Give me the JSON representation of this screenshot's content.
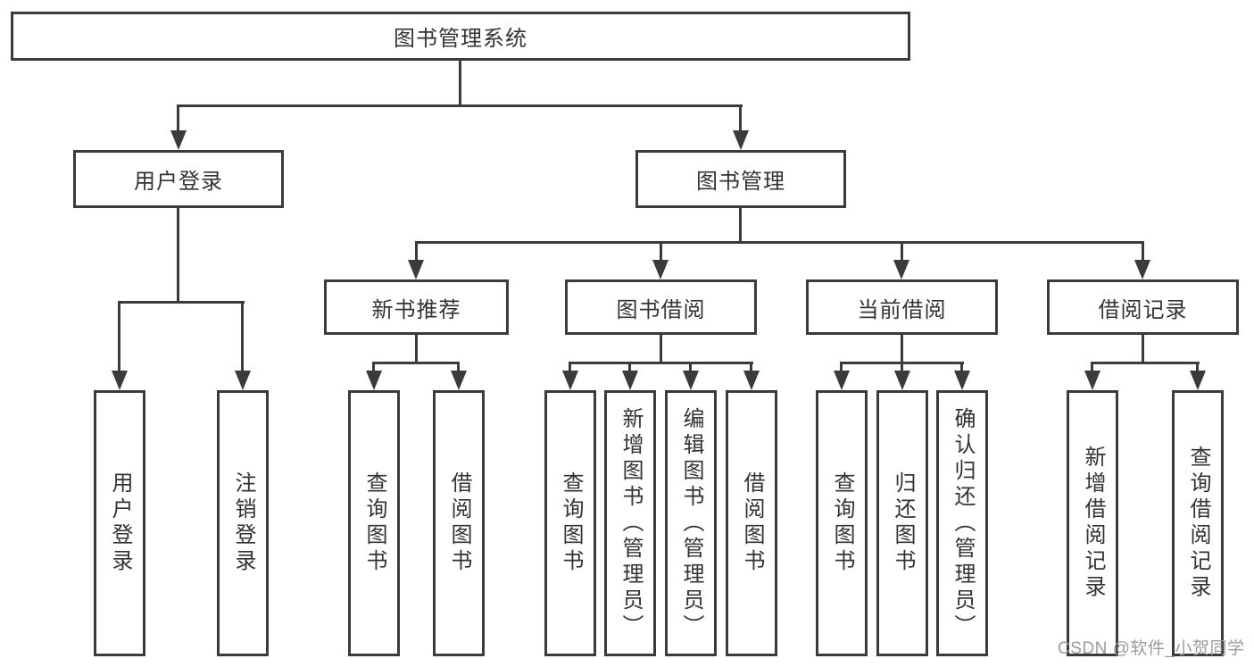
{
  "tree": {
    "root": "图书管理系统",
    "children": [
      {
        "label": "用户登录",
        "children": [
          "用户登录",
          "注销登录"
        ]
      },
      {
        "label": "图书管理",
        "children": [
          {
            "label": "新书推荐",
            "children": [
              "查询图书",
              "借阅图书"
            ]
          },
          {
            "label": "图书借阅",
            "children": [
              "查询图书",
              "新增图书（管理员）",
              "编辑图书（管理员）",
              "借阅图书"
            ]
          },
          {
            "label": "当前借阅",
            "children": [
              "查询图书",
              "归还图书",
              "确认归还（管理员）"
            ]
          },
          {
            "label": "借阅记录",
            "children": [
              "新增借阅记录",
              "查询借阅记录"
            ]
          }
        ]
      }
    ]
  },
  "watermark": "CSDN @软件_小贺同学",
  "colors": {
    "line": "#3b3b3b",
    "text": "#333333",
    "watermark": "#9c9c9c",
    "background": "#ffffff"
  }
}
